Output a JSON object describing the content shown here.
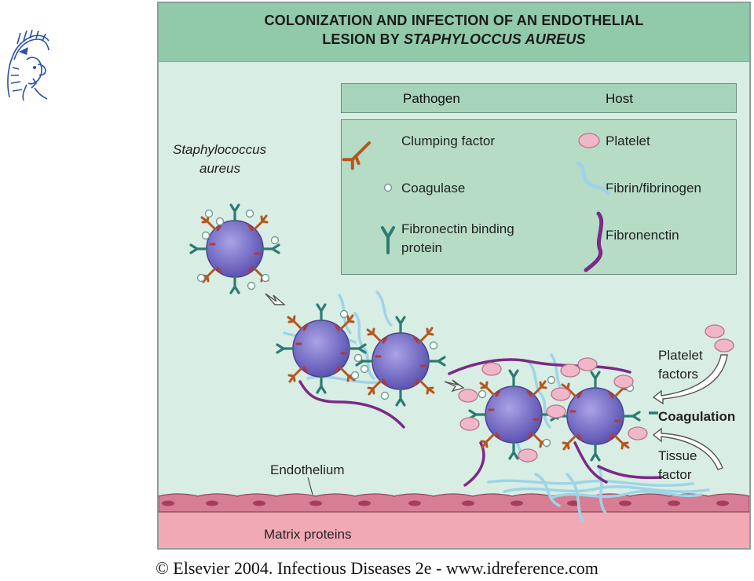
{
  "figure": {
    "title_line1": "COLONIZATION AND INFECTION OF AN ENDOTHELIAL",
    "title_line2_prefix": "LESION BY ",
    "title_line2_italic": "STAPHYLOCCUS AUREUS"
  },
  "legend": {
    "pathogen_heading": "Pathogen",
    "host_heading": "Host",
    "clumping_factor": "Clumping factor",
    "coagulase": "Coagulase",
    "fibronectin_binding_line1": "Fibronectin binding",
    "fibronectin_binding_line2": "protein",
    "platelet": "Platelet",
    "fibrin": "Fibrin/fibrinogen",
    "fibronectin": "Fibronenctin"
  },
  "labels": {
    "staph_line1": "Staphylococcus",
    "staph_line2": "aureus",
    "endothelium": "Endothelium",
    "matrix_proteins": "Matrix proteins",
    "platelet_factors_line1": "Platelet",
    "platelet_factors_line2": "factors",
    "coagulation": "Coagulation",
    "tissue_factor_line1": "Tissue",
    "tissue_factor_line2": "factor"
  },
  "footer": {
    "copyright": "© Elsevier 2004. Infectious Diseases 2e - www.idreference.com"
  },
  "colors": {
    "background": "#d8ede3",
    "title_band": "#91c9ab",
    "bacterium": "#7b74c4",
    "clumping_factor": "#b5561f",
    "coagulase": "#6f9d8f",
    "binding_protein": "#2c7b73",
    "platelet": "#f0b7c9",
    "fibrin": "#9ed4e6",
    "fibronectin": "#7b2a86",
    "endothelium": "#d87e94",
    "matrix": "#f2a9b6"
  },
  "icons": [
    "athena-logo-icon",
    "bacterium-icon",
    "clumping-factor-icon",
    "coagulase-icon",
    "binding-protein-icon",
    "platelet-icon",
    "fibrin-icon",
    "fibronectin-icon"
  ]
}
